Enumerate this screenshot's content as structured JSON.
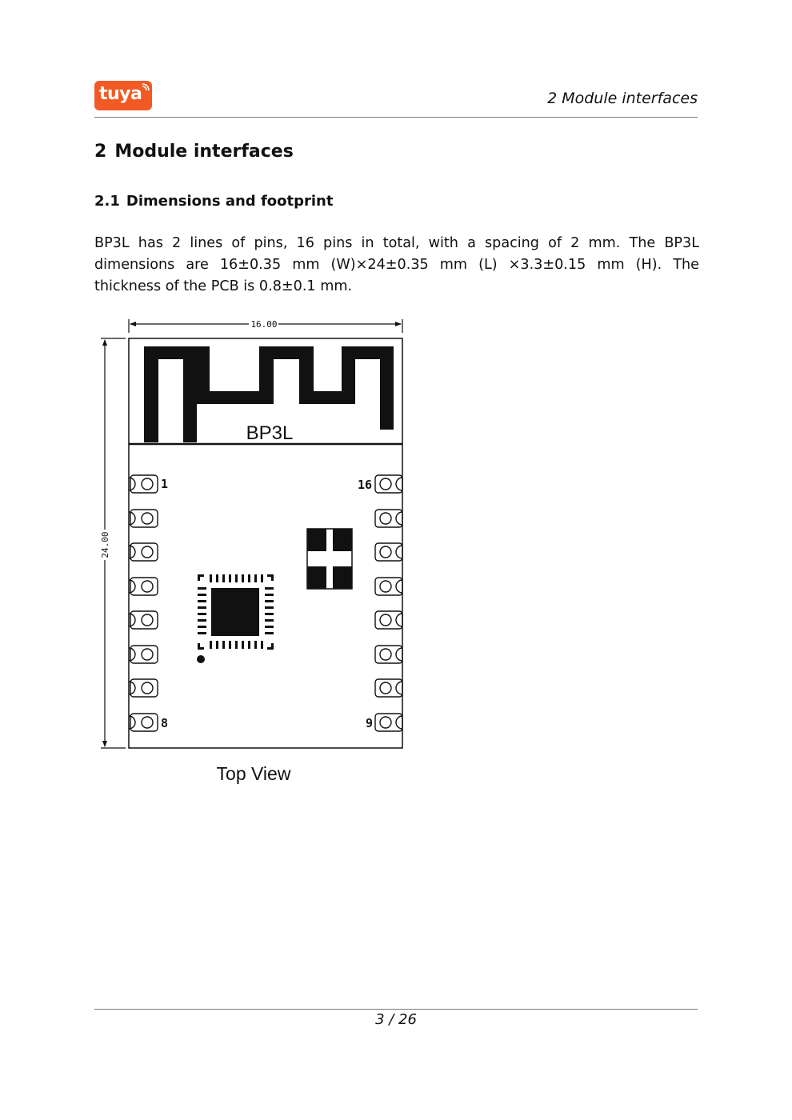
{
  "header": {
    "logo_text": "tuya",
    "running_title": "2  Module interfaces"
  },
  "section": {
    "number": "2",
    "title": "Module interfaces"
  },
  "subsection": {
    "number": "2.1",
    "title": "Dimensions and footprint"
  },
  "body_text": "BP3L has 2 lines of pins, 16 pins in total, with a spacing of 2 mm. The BP3L dimensions are 16±0.35 mm (W)×24±0.35 mm (L) ×3.3±0.15 mm (H). The thickness of the PCB is 0.8±0.1 mm.",
  "figure": {
    "width_label": "16.00",
    "height_label": "24.00",
    "module_label": "BP3L",
    "pin_labels": {
      "top_left": "1",
      "bottom_left": "8",
      "top_right": "16",
      "bottom_right": "9"
    },
    "caption": "Top View"
  },
  "footer": {
    "page": "3 / 26"
  },
  "colors": {
    "brand": "#f15a24",
    "ink": "#111111",
    "rule": "#777777"
  }
}
